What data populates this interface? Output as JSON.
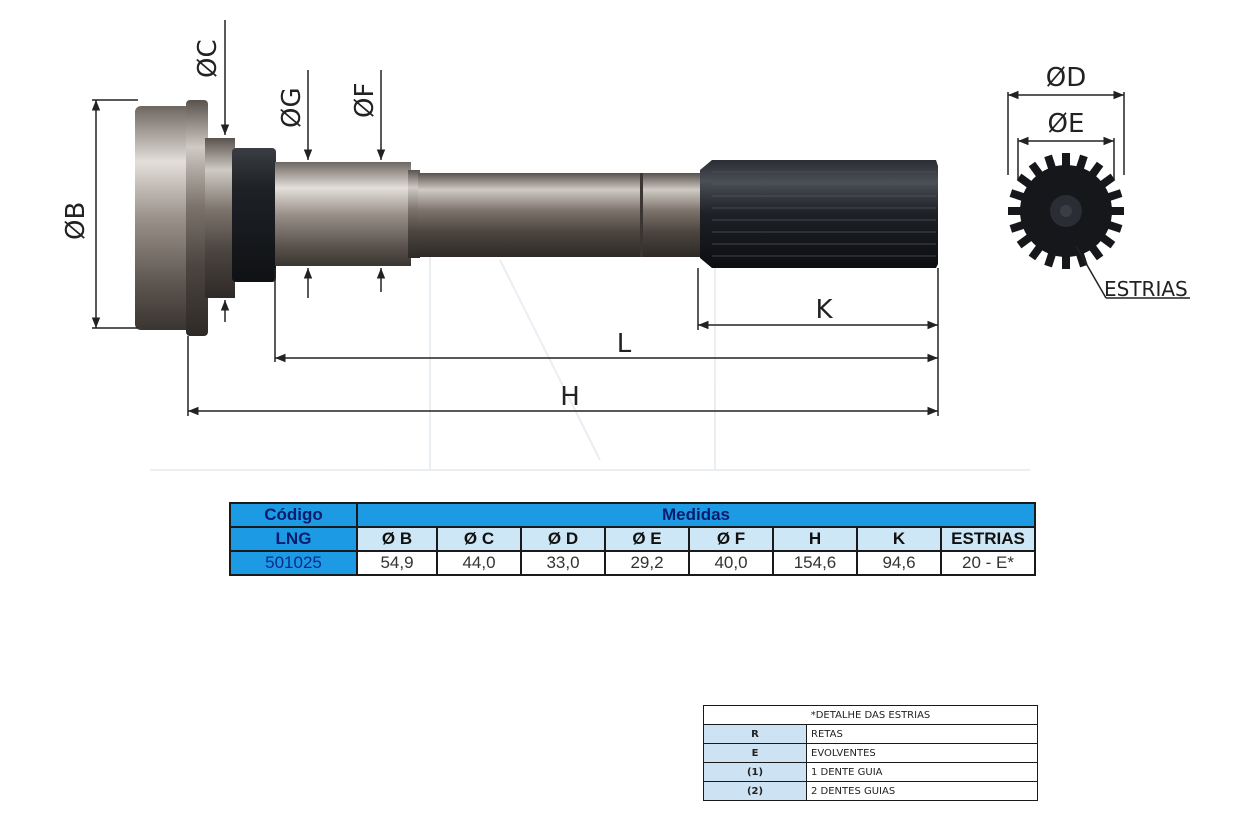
{
  "dimensions": {
    "phi_c": "ØC",
    "phi_g": "ØG",
    "phi_f": "ØF",
    "phi_b": "ØB",
    "phi_d": "ØD",
    "phi_e": "ØE",
    "k": "K",
    "l": "L",
    "h": "H",
    "estrias": "ESTRIAS"
  },
  "table": {
    "codigo_header": "Código",
    "medidas_header": "Medidas",
    "lng_label": "LNG",
    "columns": [
      "Ø B",
      "Ø C",
      "Ø D",
      "Ø E",
      "Ø F",
      "H",
      "K",
      "ESTRIAS"
    ],
    "code": "501025",
    "values": [
      "54,9",
      "44,0",
      "33,0",
      "29,2",
      "40,0",
      "154,6",
      "94,6",
      "20 - E*"
    ]
  },
  "legend": {
    "title": "*DETALHE DAS ESTRIAS",
    "rows": [
      {
        "key": "R",
        "desc": "RETAS"
      },
      {
        "key": "E",
        "desc": "EVOLVENTES"
      },
      {
        "key": "(1)",
        "desc": "1 DENTE GUIA"
      },
      {
        "key": "(2)",
        "desc": "2 DENTES GUIAS"
      }
    ]
  },
  "colors": {
    "header_blue": "#1c9be4",
    "label_light_blue": "#cde7f6",
    "header_text_navy": "#0a1c6e"
  }
}
